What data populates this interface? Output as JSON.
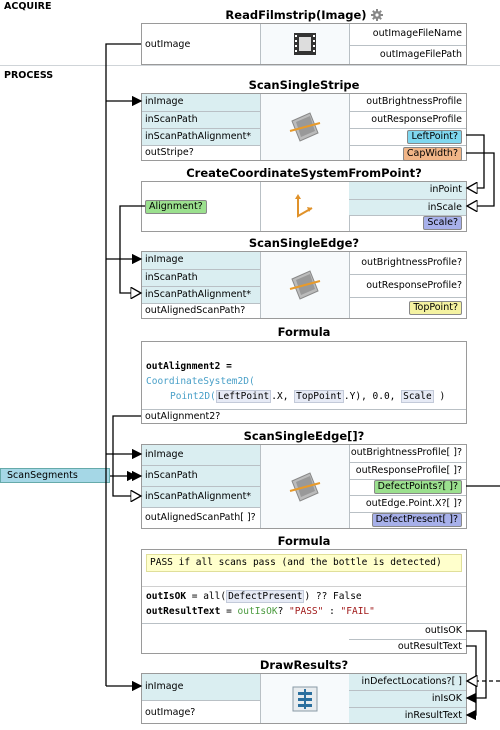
{
  "sections": {
    "acquire": "ACQUIRE",
    "process": "PROCESS"
  },
  "external_input": {
    "label": "ScanSegments"
  },
  "read": {
    "title": "ReadFilmstrip(Image)",
    "in": [
      "outImage"
    ],
    "out": [
      "outImageFileName",
      "outImageFilePath"
    ]
  },
  "stripe": {
    "title": "ScanSingleStripe",
    "in": [
      "inImage",
      "inScanPath",
      "inScanPathAlignment*",
      "outStripe?"
    ],
    "out": [
      "outBrightnessProfile",
      "outResponseProfile",
      "LeftPoint?",
      "CapWidth?"
    ]
  },
  "coord": {
    "title": "CreateCoordinateSystemFromPoint?",
    "in": [
      "Alignment?"
    ],
    "out": [
      "inPoint",
      "inScale",
      "Scale?"
    ]
  },
  "edge1": {
    "title": "ScanSingleEdge?",
    "in": [
      "inImage",
      "inScanPath",
      "inScanPathAlignment*",
      "outAlignedScanPath?"
    ],
    "out": [
      "outBrightnessProfile?",
      "outResponseProfile?",
      "TopPoint?"
    ]
  },
  "formula1": {
    "title": "Formula",
    "lines": [
      "outAlignment2 =",
      "CoordinateSystem2D(",
      "Point2D(",
      "LeftPoint",
      ".X, ",
      "TopPoint",
      ".Y), 0.0, ",
      "Scale",
      " )"
    ],
    "out": [
      "outAlignment2?"
    ]
  },
  "edges": {
    "title": "ScanSingleEdge[]?",
    "in": [
      "inImage",
      "inScanPath",
      "inScanPathAlignment*",
      "outAlignedScanPath[ ]?"
    ],
    "out": [
      "outBrightnessProfile[ ]?",
      "outResponseProfile[ ]?",
      "DefectPoints?[ ]?",
      "outEdge.Point.X?[ ]?",
      "DefectPresent[ ]?"
    ]
  },
  "formula2": {
    "title": "Formula",
    "comment": "PASS if all scans pass (and the bottle is detected)",
    "line1": [
      "outIsOK",
      " = all(",
      "DefectPresent",
      ") ?? False"
    ],
    "line2": [
      "outResultText",
      " = ",
      "outIsOK",
      "? ",
      "\"PASS\"",
      " : ",
      "\"FAIL\""
    ],
    "out": [
      "outIsOK",
      "outResultText"
    ]
  },
  "draw": {
    "title": "DrawResults?",
    "in": [
      "inImage",
      "outImage?"
    ],
    "out": [
      "inDefectLocations?[ ]",
      "inIsOK",
      "inResultText"
    ]
  },
  "colors": {
    "input_highlight": "#daeef1",
    "green_tag": "#9be08e",
    "blue_tag": "#7fd7ef",
    "orange_tag": "#f1b587",
    "purple_tag": "#a7b0ea",
    "yellow_tag": "#f4f2a1"
  }
}
